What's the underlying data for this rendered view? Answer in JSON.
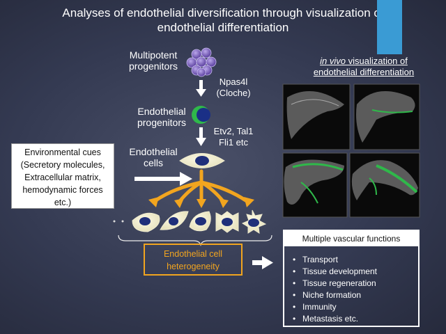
{
  "title_line1": "Analyses of endothelial diversification through visualization of",
  "title_line2": "endothelial differentiation",
  "stages": {
    "multipotent_l1": "Multipotent",
    "multipotent_l2": "progenitors",
    "endo_prog_l1": "Endothelial",
    "endo_prog_l2": "progenitors",
    "endo_cells_l1": "Endothelial",
    "endo_cells_l2": "cells"
  },
  "factors": {
    "f1_l1": "Npas4l",
    "f1_l2": "(Cloche)",
    "f2_l1": "Etv2, Tal1",
    "f2_l2": "Fli1 etc"
  },
  "environment": {
    "line1": "Environmental cues",
    "line2": "(Secretory molecules,",
    "line3": "Extracellular matrix,",
    "line4": "hemodynamic forces",
    "line5": "etc.)"
  },
  "heterogeneity": {
    "line1": "Endothelial cell",
    "line2": "heterogeneity"
  },
  "functions": {
    "title": "Multiple vascular functions",
    "items": [
      "Transport",
      "Tissue development",
      "Tissue regeneration",
      "Niche formation",
      "Immunity",
      "Metastasis etc."
    ]
  },
  "in_vivo": {
    "prefix": "in vivo",
    "rest": " visualization of",
    "line2": "endothelial differentiation"
  },
  "colors": {
    "accent": "#3a9bd4",
    "orange": "#f2a51f",
    "purple": "#6c4fb0",
    "green": "#2fb84a",
    "nucleus": "#1f2f7a"
  }
}
